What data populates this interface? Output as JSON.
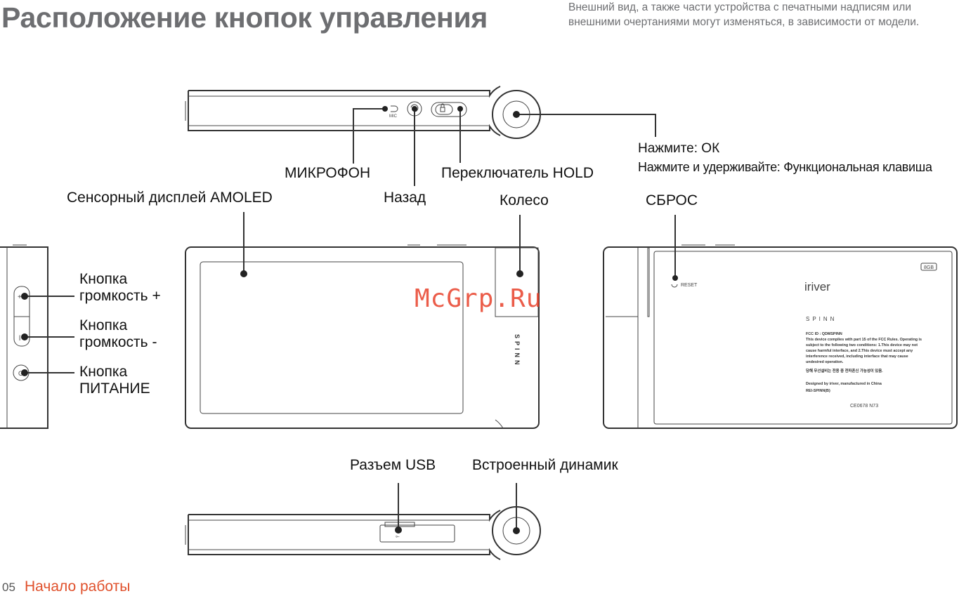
{
  "header": {
    "title": "Расположение кнопок управления",
    "disclaimer_line1": "Внешний вид, а также части устройства с печатными надписям или",
    "disclaimer_line2": "внешними очертаниями могут изменяться, в зависимости от модели."
  },
  "callouts": {
    "press_ok": "Нажмите: ОК",
    "press_hold": "Нажмите и удерживайте: Функциональная клавиша",
    "microphone": "МИКРОФОН",
    "hold_switch": "Переключатель HOLD",
    "back": "Назад",
    "display": "Сенсорный дисплей AMOLED",
    "wheel": "Колесо",
    "reset": "СБРОС",
    "vol_up_1": "Кнопка",
    "vol_up_2": "громкость +",
    "vol_down_1": "Кнопка",
    "vol_down_2": "громкость -",
    "power_1": "Кнопка",
    "power_2": "ПИТАНИЕ",
    "usb": "Разъем USB",
    "speaker": "Встроенный динамик"
  },
  "device": {
    "mic_label": "MIC",
    "brand_front": "SPINN",
    "reset_label": "RESET",
    "brand_back": "iriver",
    "capacity": "8GB",
    "model_back": "SPINN",
    "fcc_id": "FCC ID : QDMSPINN",
    "compliance_1": "This device complies with part 15 of the FCC Rules. Operating is",
    "compliance_2": "subject to the following two conditions: 1.This device may not",
    "compliance_3": "cause harmful interface, and 2.This device must accept any",
    "compliance_4": "interference received, including interface that may cause",
    "compliance_5": "undesired operation.",
    "korean_note": "당해 무선설비는 전용 중 전파혼신 가능성이 있음.",
    "designed_by": "Designed by iriver, manufactured in China",
    "model_code": "REI-SPINN(B)",
    "cert_marks": "CE0678  N73"
  },
  "watermark": "McGrp.Ru",
  "footer": {
    "page_number": "05",
    "section_title": "Начало работы"
  }
}
